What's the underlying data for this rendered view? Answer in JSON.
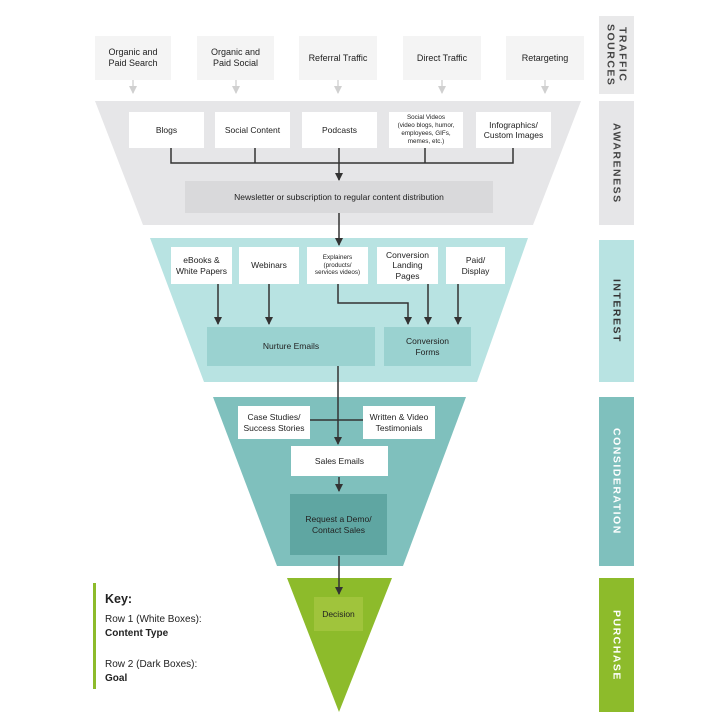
{
  "traffic_sources": [
    "Organic and\nPaid Search",
    "Organic and\nPaid Social",
    "Referral Traffic",
    "Direct Traffic",
    "Retargeting"
  ],
  "stages": {
    "traffic_sources": "TRAFFIC\nSOURCES",
    "awareness": "AWARENESS",
    "interest": "INTEREST",
    "consideration": "CONSIDERATION",
    "purchase": "PURCHASE"
  },
  "awareness": {
    "content": [
      "Blogs",
      "Social Content",
      "Podcasts",
      "Social Videos\n(video blogs, humor,\nemployees, GIFs,\nmemes, etc.)",
      "Infographics/\nCustom Images"
    ],
    "goal": "Newsletter or subscription to regular content distribution"
  },
  "interest": {
    "content": [
      "eBooks &\nWhite Papers",
      "Webinars",
      "Explainers\n(products/\nservices videos)",
      "Conversion\nLanding\nPages",
      "Paid/\nDisplay"
    ],
    "goals": [
      "Nurture Emails",
      "Conversion\nForms"
    ]
  },
  "consideration": {
    "content": [
      "Case Studies/\nSuccess Stories",
      "Written & Video\nTestimonials",
      "Sales Emails"
    ],
    "goal": "Request a Demo/\nContact Sales"
  },
  "purchase": {
    "goal": "Decision"
  },
  "key": {
    "title": "Key:",
    "row1_label": "Row 1 (White Boxes):",
    "row1_value": "Content Type",
    "row2_label": "Row 2 (Dark Boxes):",
    "row2_value": "Goal"
  },
  "colors": {
    "awareness": "#e6e6e8",
    "interest": "#b8e3e2",
    "consideration": "#7fc0bd",
    "purchase": "#8dbb2b",
    "traffic_tab": "#e9e9ea",
    "arrow": "#333333"
  }
}
